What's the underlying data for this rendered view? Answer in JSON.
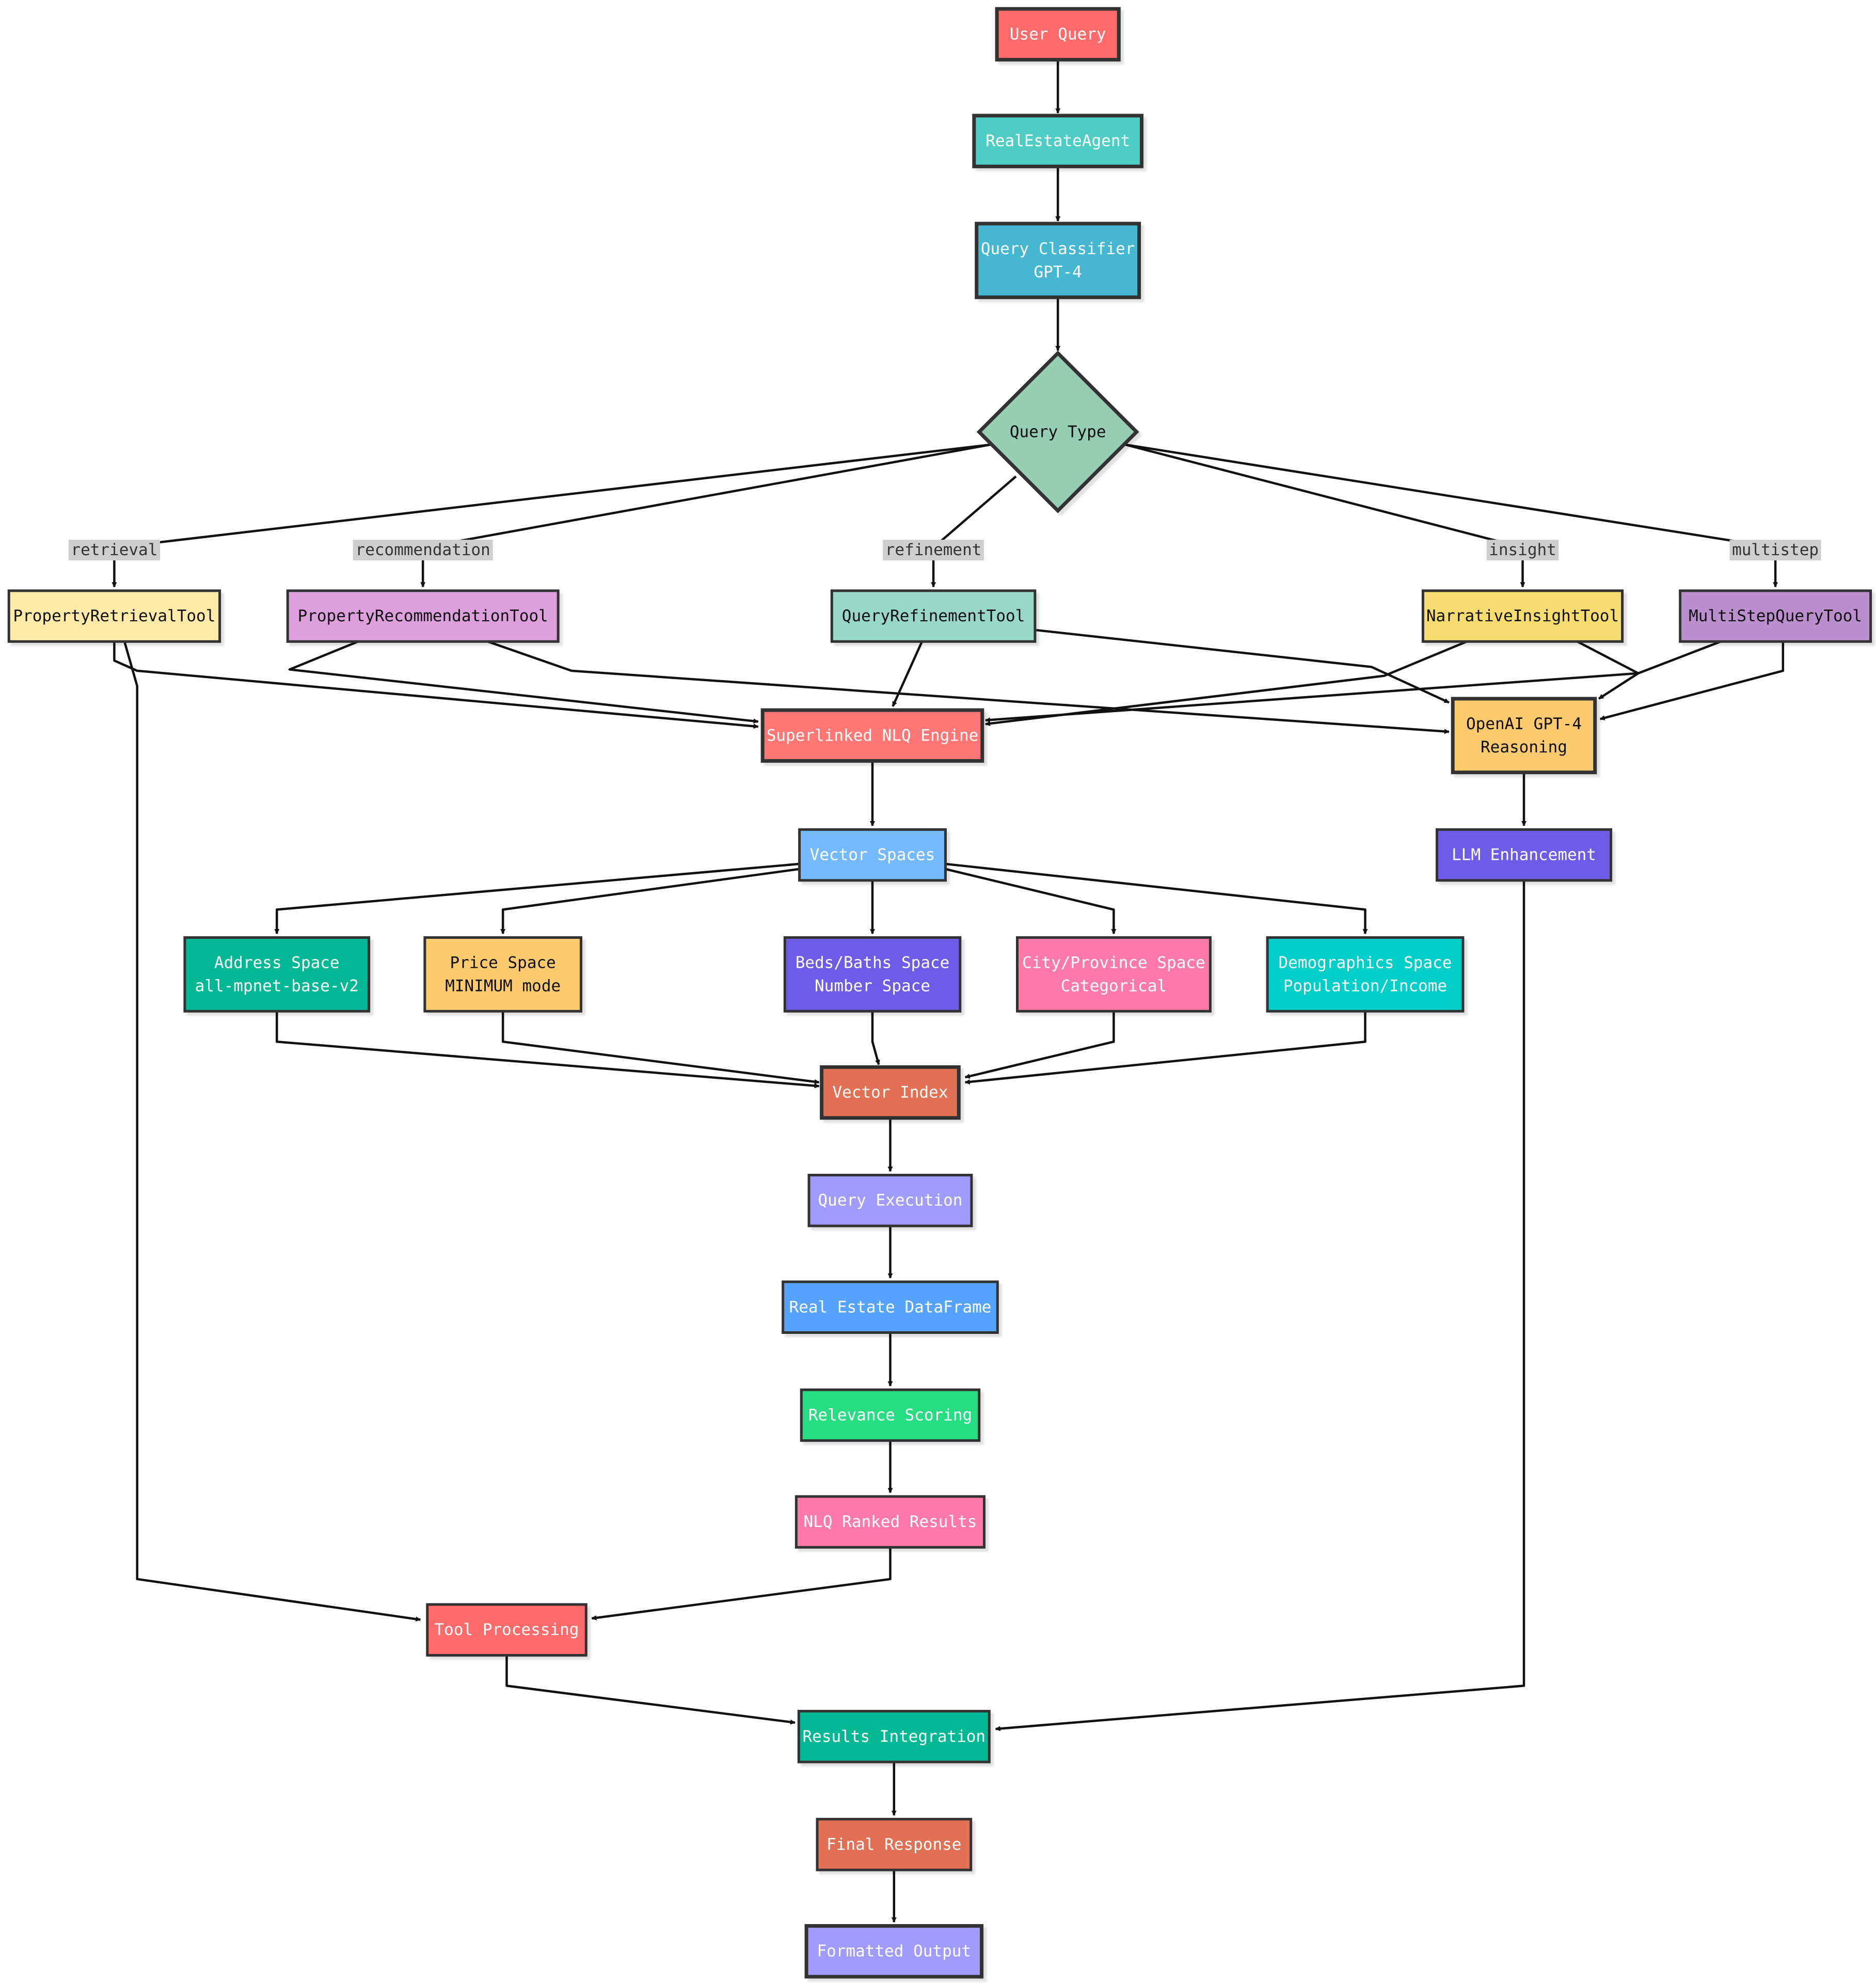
{
  "nodes": {
    "user_query": {
      "lines": [
        "User Query"
      ],
      "fill": "#FF6B6B",
      "color": "#ffffff"
    },
    "real_estate_agent": {
      "lines": [
        "RealEstateAgent"
      ],
      "fill": "#4ECDC4",
      "color": "#ffffff"
    },
    "query_classifier": {
      "lines": [
        "Query Classifier",
        "GPT-4"
      ],
      "fill": "#45B7D1",
      "color": "#ffffff"
    },
    "query_type": {
      "lines": [
        "Query Type"
      ],
      "fill": "#96CEB4",
      "color": "#111111"
    },
    "property_retrieval_tool": {
      "lines": [
        "PropertyRetrievalTool"
      ],
      "fill": "#FFEAA7",
      "color": "#111111"
    },
    "property_recommendation_tool": {
      "lines": [
        "PropertyRecommendationTool"
      ],
      "fill": "#DDA0DD",
      "color": "#111111"
    },
    "query_refinement_tool": {
      "lines": [
        "QueryRefinementTool"
      ],
      "fill": "#98D8C8",
      "color": "#111111"
    },
    "narrative_insight_tool": {
      "lines": [
        "NarrativeInsightTool"
      ],
      "fill": "#F7DC6F",
      "color": "#111111"
    },
    "multistep_query_tool": {
      "lines": [
        "MultiStepQueryTool"
      ],
      "fill": "#BB8FCE",
      "color": "#111111"
    },
    "superlinked_nlq_engine": {
      "lines": [
        "Superlinked NLQ Engine"
      ],
      "fill": "#FF7675",
      "color": "#ffffff"
    },
    "openai_gpt4_reasoning": {
      "lines": [
        "OpenAI GPT-4",
        "Reasoning"
      ],
      "fill": "#FDCB6E",
      "color": "#111111"
    },
    "vector_spaces": {
      "lines": [
        "Vector Spaces"
      ],
      "fill": "#74B9FF",
      "color": "#ffffff"
    },
    "llm_enhancement": {
      "lines": [
        "LLM Enhancement"
      ],
      "fill": "#6C5CE7",
      "color": "#ffffff"
    },
    "address_space": {
      "lines": [
        "Address Space",
        "all-mpnet-base-v2"
      ],
      "fill": "#00B894",
      "color": "#ffffff"
    },
    "price_space": {
      "lines": [
        "Price Space",
        "MINIMUM mode"
      ],
      "fill": "#FDCB6E",
      "color": "#111111"
    },
    "beds_baths_space": {
      "lines": [
        "Beds/Baths Space",
        "Number Space"
      ],
      "fill": "#6C5CE7",
      "color": "#ffffff"
    },
    "city_province_space": {
      "lines": [
        "City/Province Space",
        "Categorical"
      ],
      "fill": "#FD79A8",
      "color": "#ffffff"
    },
    "demographics_space": {
      "lines": [
        "Demographics Space",
        "Population/Income"
      ],
      "fill": "#00CEC9",
      "color": "#ffffff"
    },
    "vector_index": {
      "lines": [
        "Vector Index"
      ],
      "fill": "#E17055",
      "color": "#ffffff"
    },
    "query_execution": {
      "lines": [
        "Query Execution"
      ],
      "fill": "#A29BFE",
      "color": "#ffffff"
    },
    "real_estate_dataframe": {
      "lines": [
        "Real Estate DataFrame"
      ],
      "fill": "#55A3FF",
      "color": "#ffffff"
    },
    "relevance_scoring": {
      "lines": [
        "Relevance Scoring"
      ],
      "fill": "#26DE81",
      "color": "#ffffff"
    },
    "nlq_ranked_results": {
      "lines": [
        "NLQ Ranked Results"
      ],
      "fill": "#FD79A8",
      "color": "#ffffff"
    },
    "tool_processing": {
      "lines": [
        "Tool Processing"
      ],
      "fill": "#FF6B6B",
      "color": "#ffffff"
    },
    "results_integration": {
      "lines": [
        "Results Integration"
      ],
      "fill": "#00B894",
      "color": "#ffffff"
    },
    "final_response": {
      "lines": [
        "Final Response"
      ],
      "fill": "#E17055",
      "color": "#ffffff"
    },
    "formatted_output": {
      "lines": [
        "Formatted Output"
      ],
      "fill": "#A29BFE",
      "color": "#ffffff"
    }
  },
  "edge_labels": {
    "retrieval": "retrieval",
    "recommendation": "recommendation",
    "refinement": "refinement",
    "insight": "insight",
    "multistep": "multistep"
  },
  "colors": {
    "edge": "#111111",
    "node_border": "#333333",
    "edge_label_background": "#CFCFCF"
  }
}
